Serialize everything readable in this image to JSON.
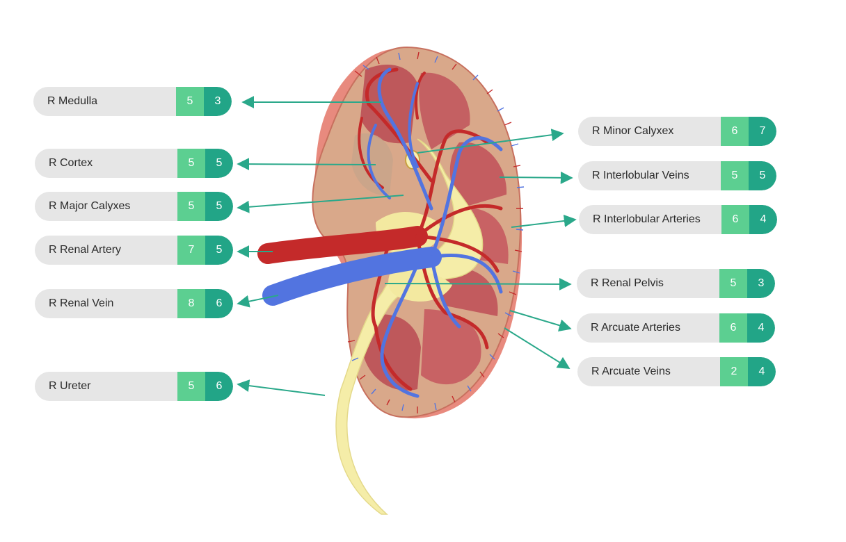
{
  "colors": {
    "pill_bg": "#e6e6e6",
    "score_light": "#5ccf91",
    "score_dark": "#22a587",
    "leader": "#2aa88a",
    "artery": "#c42a2a",
    "vein": "#5274e0",
    "ureter": "#f5eda8"
  },
  "labels": [
    {
      "id": "medulla",
      "name": "R Medulla",
      "a": "5",
      "b": "3"
    },
    {
      "id": "cortex",
      "name": "R Cortex",
      "a": "5",
      "b": "5"
    },
    {
      "id": "major-calyxes",
      "name": "R Major Calyxes",
      "a": "5",
      "b": "5"
    },
    {
      "id": "renal-artery",
      "name": "R Renal Artery",
      "a": "7",
      "b": "5"
    },
    {
      "id": "renal-vein",
      "name": "R Renal Vein",
      "a": "8",
      "b": "6"
    },
    {
      "id": "ureter",
      "name": "R Ureter",
      "a": "5",
      "b": "6"
    },
    {
      "id": "minor-calyxex",
      "name": "R Minor Calyxex",
      "a": "6",
      "b": "7"
    },
    {
      "id": "interlobular-veins",
      "name": "R Interlobular Veins",
      "a": "5",
      "b": "5"
    },
    {
      "id": "interlobular-arteries",
      "name": "R Interlobular Arteries",
      "a": "6",
      "b": "4"
    },
    {
      "id": "renal-pelvis",
      "name": "R Renal Pelvis",
      "a": "5",
      "b": "3"
    },
    {
      "id": "arcuate-arteries",
      "name": "R Arcuate Arteries",
      "a": "6",
      "b": "4"
    },
    {
      "id": "arcuate-veins",
      "name": "R Arcuate Veins",
      "a": "2",
      "b": "4"
    }
  ]
}
